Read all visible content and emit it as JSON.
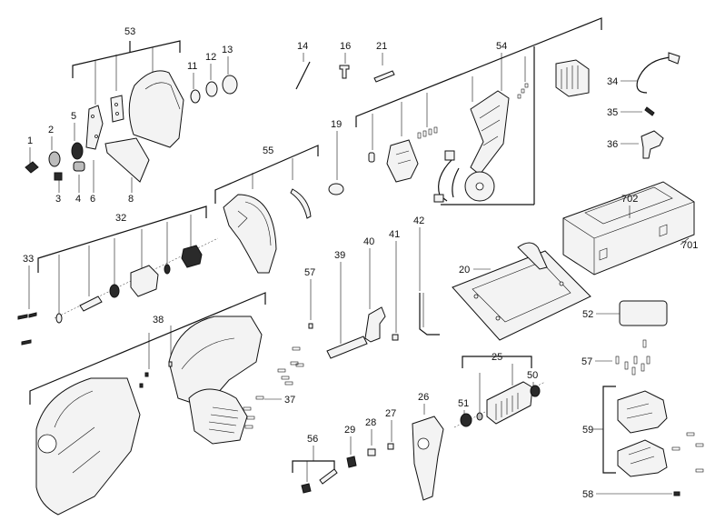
{
  "diagram": {
    "callouts": {
      "c1": "1",
      "c2": "2",
      "c3": "3",
      "c4": "4",
      "c5": "5",
      "c6": "6",
      "c8": "8",
      "c11": "11",
      "c12": "12",
      "c13": "13",
      "c14": "14",
      "c16": "16",
      "c19": "19",
      "c20": "20",
      "c21": "21",
      "c25": "25",
      "c26": "26",
      "c27": "27",
      "c28": "28",
      "c29": "29",
      "c32": "32",
      "c33": "33",
      "c34": "34",
      "c35": "35",
      "c36": "36",
      "c37": "37",
      "c38": "38",
      "c39": "39",
      "c40": "40",
      "c41": "41",
      "c42": "42",
      "c50": "50",
      "c51": "51",
      "c52": "52",
      "c53": "53",
      "c54": "54",
      "c55": "55",
      "c56": "56",
      "c57a": "57",
      "c57b": "57",
      "c58": "58",
      "c59": "59",
      "c701": "701",
      "c702": "702"
    },
    "icons": [
      "screw",
      "washer",
      "blade-guard",
      "gear",
      "bearing",
      "armature",
      "motor-housing",
      "base-plate",
      "carrying-case",
      "hex-key",
      "label-plate",
      "wiring-switch",
      "handle",
      "lever"
    ]
  }
}
